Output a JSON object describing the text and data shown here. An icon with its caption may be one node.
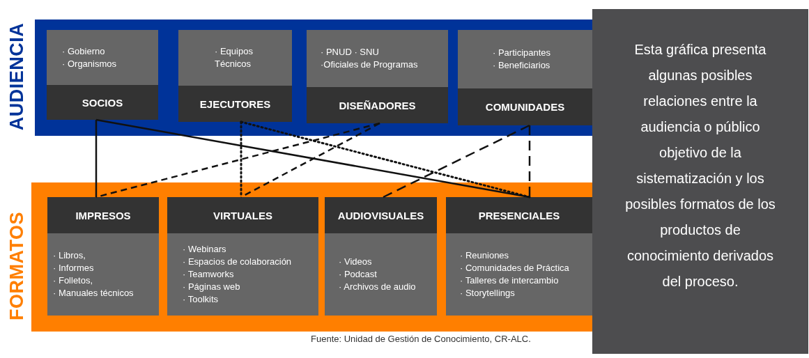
{
  "diagram": {
    "caption": "Fuente: Unidad de Gestión de Conocimiento, CR-ALC.",
    "nodes": [
      {
        "text": [
          "AUDIENCIA"
        ]
      },
      {
        "text": [
          "· Gobierno",
          "· Organismos",
          "SOCIOS"
        ],
        "in": 0
      },
      {
        "text": [
          "· Equipos Técnicos",
          "EJECUTORES"
        ],
        "in": 0
      },
      {
        "text": [
          "· PNUD · SNU",
          "·Oficiales de Programas",
          "DISEÑADORES"
        ],
        "in": 0
      },
      {
        "text": [
          "· Participantes",
          "· Beneficiarios",
          "COMUNIDADES"
        ],
        "in": 0
      },
      {
        "text": [
          "FORMATOS"
        ]
      },
      {
        "text": [
          "IMPRESOS",
          "· Libros,",
          "· Informes",
          "· Folletos,",
          "· Manuales técnicos"
        ],
        "in": 5
      },
      {
        "text": [
          "VIRTUALES",
          "· Webinars",
          "· Espacios de colaboración",
          "· Teamworks",
          "· Páginas web",
          "· Toolkits"
        ],
        "in": 5
      },
      {
        "text": [
          "AUDIOVISUALES",
          "· Videos",
          "· Podcast",
          "· Archivos de audio"
        ],
        "in": 5
      },
      {
        "text": [
          "PRESENCIALES",
          "· Reuniones",
          "· Comunidades de Práctica",
          "· Talleres de intercambio",
          "· Storytellings"
        ],
        "in": 5
      },
      {
        "text": [
          "Esta gráfica presenta algunas posibles relaciones entre la audiencia o público objetivo de la sistematización y los posibles formatos de los productos de conocimiento derivados del proceso."
        ]
      }
    ],
    "edges": [
      {
        "from": 1,
        "to": 6,
        "arrow": "none"
      },
      {
        "from": 1,
        "to": 9,
        "arrow": "none"
      },
      {
        "from": 2,
        "to": 7,
        "arrow": "none",
        "style": "dashed"
      },
      {
        "from": 2,
        "to": 9,
        "arrow": "none",
        "style": "dashed"
      },
      {
        "from": 3,
        "to": 6,
        "arrow": "none",
        "style": "dashed"
      },
      {
        "from": 3,
        "to": 7,
        "arrow": "none",
        "style": "dashed"
      },
      {
        "from": 4,
        "to": 8,
        "arrow": "none",
        "style": "dashed"
      },
      {
        "from": 4,
        "to": 9,
        "arrow": "none",
        "style": "dashed"
      }
    ]
  }
}
